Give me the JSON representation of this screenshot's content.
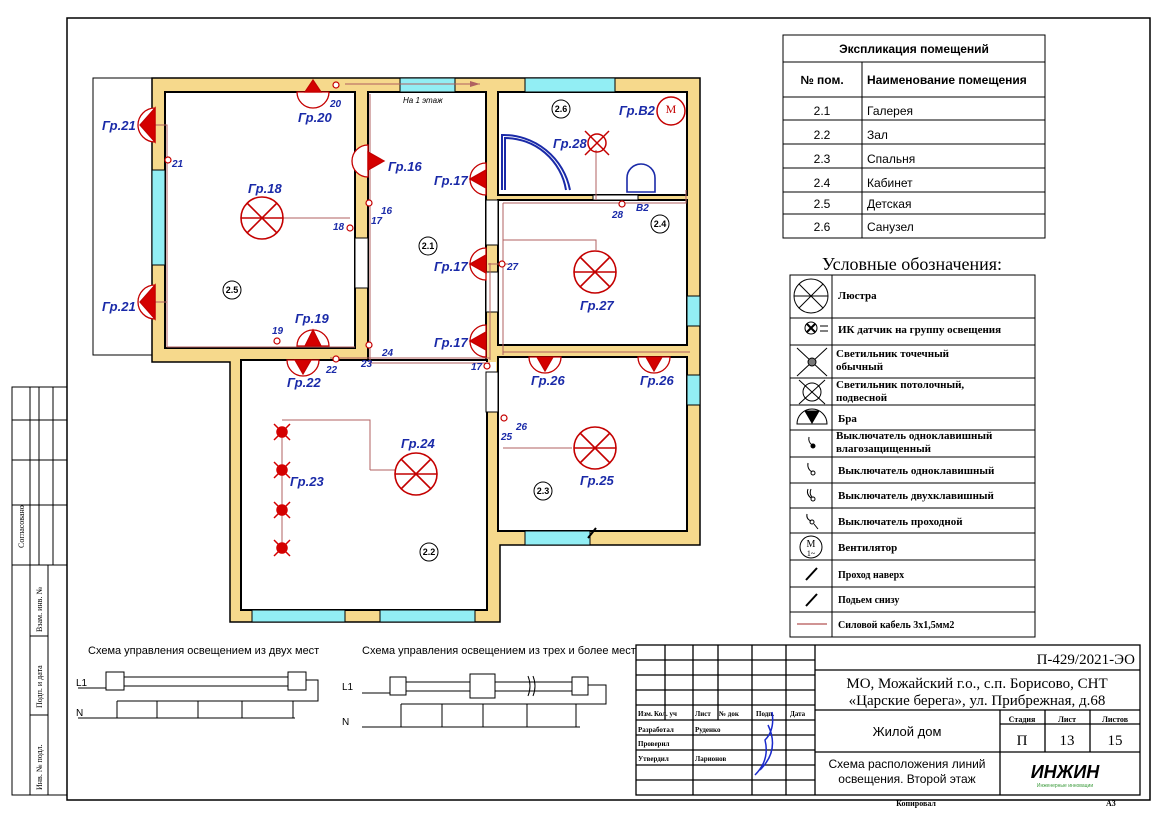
{
  "explication": {
    "title": "Экспликация помещений",
    "col_num": "№ пом.",
    "col_name": "Наименование помещения",
    "rows": [
      {
        "num": "2.1",
        "name": "Галерея"
      },
      {
        "num": "2.2",
        "name": "Зал"
      },
      {
        "num": "2.3",
        "name": "Спальня"
      },
      {
        "num": "2.4",
        "name": "Кабинет"
      },
      {
        "num": "2.5",
        "name": "Детская"
      },
      {
        "num": "2.6",
        "name": "Санузел"
      }
    ]
  },
  "legend": {
    "title": "Условные обозначения:",
    "items": [
      {
        "icon": "chandelier-icon",
        "label": "Люстра"
      },
      {
        "icon": "ir-sensor-icon",
        "label": "ИК датчик на группу освещения"
      },
      {
        "icon": "spotlight-icon",
        "label": "Светильник точечный обычный"
      },
      {
        "icon": "ceiling-light-icon",
        "label": "Светильник потолочный, подвесной"
      },
      {
        "icon": "sconce-icon",
        "label": "Бра"
      },
      {
        "icon": "switch-waterproof-icon",
        "label": "Выключатель одноклавишный влагозащищенный"
      },
      {
        "icon": "switch-single-icon",
        "label": "Выключатель одноклавишный"
      },
      {
        "icon": "switch-double-icon",
        "label": "Выключатель двухклавишный"
      },
      {
        "icon": "switch-passthrough-icon",
        "label": "Выключатель проходной"
      },
      {
        "icon": "fan-icon",
        "label": "Вентилятор"
      },
      {
        "icon": "riser-up-icon",
        "label": "Проход наверх"
      },
      {
        "icon": "riser-from-below-icon",
        "label": "Подьем снизу"
      },
      {
        "icon": "power-cable-icon",
        "label": "Силовой кабель 3х1,5мм2"
      }
    ],
    "fan_symbol": "M",
    "fan_sub": "1~"
  },
  "plan": {
    "note": "На 1 этаж",
    "rooms": {
      "r21": "2.1",
      "r22": "2.2",
      "r23": "2.3",
      "r24": "2.4",
      "r25": "2.5",
      "r26": "2.6"
    },
    "groups": {
      "g16": "Гр.16",
      "g17": "Гр.17",
      "g18": "Гр.18",
      "g19": "Гр.19",
      "g20": "Гр.20",
      "g21": "Гр.21",
      "g22": "Гр.22",
      "g23": "Гр.23",
      "g24": "Гр.24",
      "g25": "Гр.25",
      "g26": "Гр.26",
      "g27": "Гр.27",
      "g28": "Гр.28",
      "gB2": "Гр.В2"
    },
    "switches": {
      "s16": "16",
      "s17": "17",
      "s18": "18",
      "s19": "19",
      "s20": "20",
      "s21": "21",
      "s22": "22",
      "s23": "23",
      "s24": "24",
      "s25": "25",
      "s26": "26",
      "s27": "27",
      "s28": "28",
      "sB2": "В2"
    }
  },
  "schemes": {
    "two_places": "Схема управления освещением из двух мест",
    "three_places": "Схема управления освещением из трех и более мест",
    "l1": "L1",
    "n": "N"
  },
  "side_stamp": {
    "agreed": "Согласовано",
    "inv_replace": "Взам. инв. №",
    "sign_date": "Подп. и дата",
    "inv_orig": "Инв. № подл."
  },
  "title_block": {
    "code": "П-429/2021-ЭО",
    "address_line1": "МО, Можайский г.о., с.п. Борисово, СНТ",
    "address_line2": "«Царские берега», ул. Прибрежная, д.68",
    "object": "Жилой дом",
    "sheet_title_line1": "Схема расположения линий",
    "sheet_title_line2": "освещения. Второй этаж",
    "headers": {
      "izm": "Изм.",
      "kol": "Кол. уч",
      "list": "Лист",
      "ndok": "№ док",
      "podp": "Подп.",
      "data": "Дата"
    },
    "roles": [
      {
        "role": "Разработал",
        "name": "Руденко"
      },
      {
        "role": "Проверил",
        "name": ""
      },
      {
        "role": "Утвердил",
        "name": "Ларионов"
      }
    ],
    "stage_label": "Стадия",
    "sheet_label": "Лист",
    "sheets_label": "Листов",
    "stage": "П",
    "sheet": "13",
    "sheets": "15",
    "logo": "ИНЖИН",
    "logo_sub": "Инженерные инновации",
    "copied": "Копировал",
    "format": "А3"
  },
  "colors": {
    "wall": "#f6d98c",
    "window": "#92eef4",
    "fixture": "#d40000",
    "label": "#1a2aa8",
    "cable": "#b06060"
  }
}
